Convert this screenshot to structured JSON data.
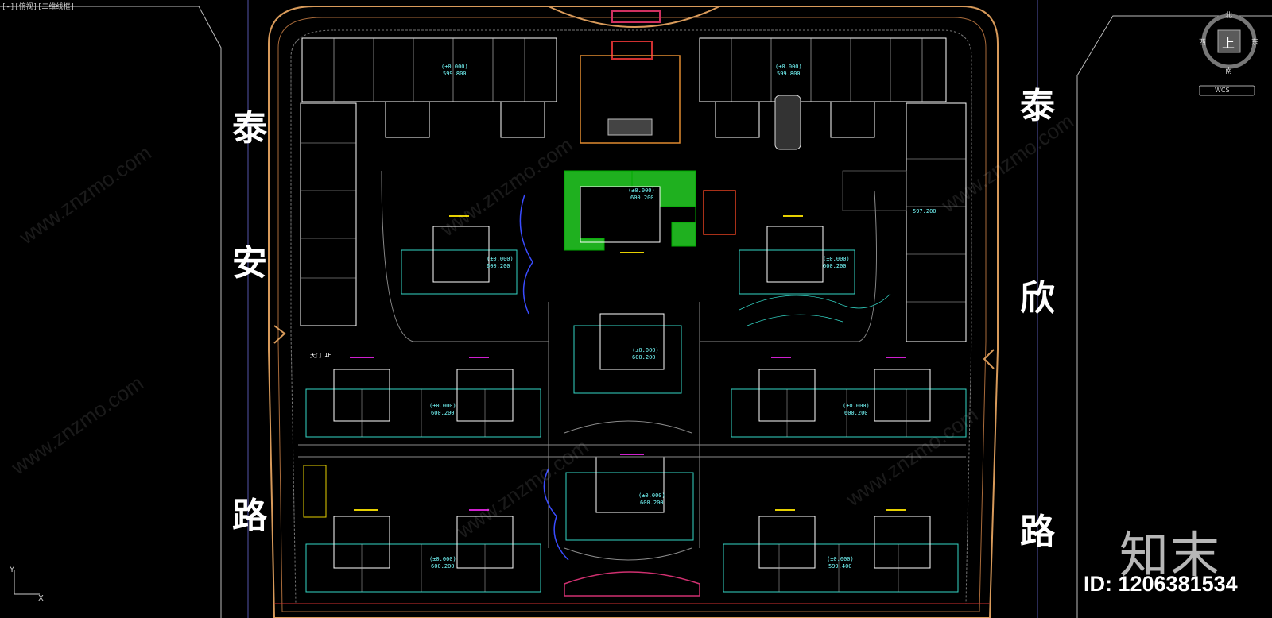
{
  "viewport": {
    "label": "[-][俯视][二维线框]"
  },
  "road_left": {
    "chars": [
      "泰",
      "安",
      "路"
    ]
  },
  "road_right": {
    "chars": [
      "泰",
      "欣",
      "路"
    ]
  },
  "viewcube": {
    "top_label": "上",
    "north": "北",
    "east": "东",
    "south": "南",
    "west": "西",
    "wcs": "WCS"
  },
  "ucs": {
    "y": "Y",
    "x": "X"
  },
  "watermark": {
    "logo": "知末",
    "id": "ID: 1206381534",
    "site": "www.znzmo.com"
  },
  "plan_labels": {
    "elev_1": "(±0.000)",
    "elev_value_1": "599.800",
    "elev_2": "(±0.000)",
    "elev_value_2": "599.800",
    "elev_3": "(±0.000)",
    "elev_value_3": "600.200",
    "elev_4": "(±0.000)",
    "elev_value_4": "600.200",
    "elev_5": "(±0.000)",
    "elev_value_5": "600.200",
    "elev_6": "(±0.000)",
    "elev_value_6": "600.200",
    "elev_7": "(±0.000)",
    "elev_value_7": "600.200",
    "elev_8": "(±0.000)",
    "elev_value_8": "600.200",
    "elev_9": "(±0.000)",
    "elev_value_9": "600.200",
    "elev_10": "(±0.000)",
    "elev_value_10": "600.200",
    "elev_11": "(±0.000)",
    "elev_value_11": "599.400",
    "elev_12": "597.200",
    "gate_left": "大门",
    "gate_left_floor": "1F"
  },
  "colors": {
    "background": "#000000",
    "site_boundary": "#d89a5a",
    "building": "#ffffff",
    "landscape_green": "#1fb01f",
    "cyan_line": "#33d6c6",
    "magenta": "#d020d0",
    "yellow": "#e6d000",
    "blue_stream": "#3a4cff",
    "red_line": "#d03030"
  }
}
